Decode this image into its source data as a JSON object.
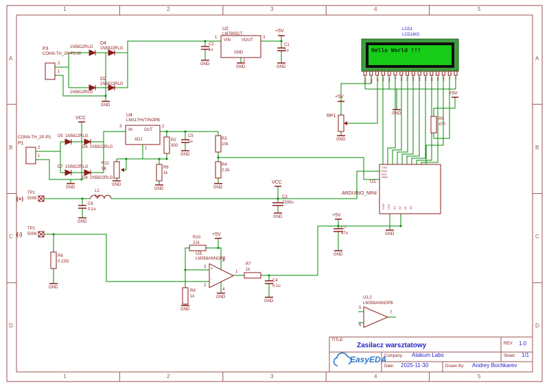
{
  "frame": {
    "columns": [
      "1",
      "2",
      "3",
      "4",
      "5"
    ],
    "rows": [
      "A",
      "B",
      "C",
      "D"
    ]
  },
  "nets": {
    "p5v": "+5V",
    "vcc": "VCC",
    "gnd": "GND"
  },
  "components": {
    "p3": {
      "ref": "P3",
      "value": "CONN-TH_2P-P5.00",
      "pin2": "2",
      "pin1": "1"
    },
    "d1": {
      "value": "1N5822RLG"
    },
    "d2": {
      "ref": "D2",
      "value": "1N5822RLG"
    },
    "d3": {
      "value": "1N5822RLG"
    },
    "d4": {
      "ref": "D4",
      "value": "1N5822RLG"
    },
    "u2": {
      "ref": "U2",
      "value": "LM7805CT",
      "vin": "VIN",
      "vout": "VOUT",
      "gnd": "GND",
      "n1": "1",
      "n2": "2",
      "n3": "3"
    },
    "c1": {
      "ref": "C1",
      "value": "1u"
    },
    "c2": {
      "ref": "C2",
      "value": "1u"
    },
    "lcd1": {
      "ref": "LCD1",
      "value": "LCD1602",
      "screen": "Hello World !!!",
      "pins": [
        "VSS",
        "VDD",
        "VO",
        "RS",
        "RW",
        "E",
        "D0",
        "D1",
        "D2",
        "D3",
        "D4",
        "D5",
        "D6",
        "D7",
        "A",
        "K"
      ]
    },
    "rp1": {
      "ref": "RP1"
    },
    "r5": {
      "ref": "R5",
      "value": "470"
    },
    "u4": {
      "ref": "U4",
      "value": "LM317HVT/NOPB",
      "in": "IN",
      "out": "OUT",
      "adj": "ADJ",
      "n1": "1",
      "n2": "2",
      "n3": "3"
    },
    "p1": {
      "ref": "P1",
      "value": "CONN-TH_2P-P5.",
      "pin2": "2",
      "pin1": "1"
    },
    "d5": {
      "ref": "D5",
      "value": "1N5822RLG"
    },
    "d6": {
      "ref": "D6",
      "value": "1N5822RLG"
    },
    "d7": {
      "ref": "D7",
      "value": "1N5822RLG"
    },
    "d8": {
      "ref": "D8",
      "value": "1N5822RLG"
    },
    "r2": {
      "ref": "R2",
      "value": "300"
    },
    "c5": {
      "ref": "C5",
      "value": "1u"
    },
    "r3": {
      "ref": "R3",
      "value": "10k"
    },
    "r4": {
      "ref": "R4",
      "value": "2.2k"
    },
    "r12": {
      "ref": "R12",
      "value": "5K"
    },
    "r6": {
      "ref": "R6",
      "value": "1k"
    },
    "l1": {
      "ref": "L1",
      "value": "1m"
    },
    "tp1": {
      "ref": "TP1",
      "value": "5008",
      "net": "(+)"
    },
    "tp2": {
      "ref": "TP2",
      "value": "5008",
      "net": "(-)"
    },
    "c6": {
      "ref": "C6",
      "value": "0.1u"
    },
    "r8": {
      "ref": "R8",
      "value": "0.22Ω"
    },
    "c3": {
      "ref": "C3",
      "value": "2200u"
    },
    "u1": {
      "ref": "U1",
      "value": "ARDUINO_MINI",
      "left_pins": "TXD\nRXD\nRST\nGND",
      "bottom_pins": [
        "GND",
        "VCC",
        "A3",
        "A2",
        "A1",
        "A0"
      ]
    },
    "c7": {
      "ref": "C7",
      "value": "47u"
    },
    "r10": {
      "ref": "R10",
      "value": "21k"
    },
    "u3": {
      "ref": "U3",
      "value": "LM358ANNOPB",
      "n1": "1",
      "n2": "2",
      "n3": "3",
      "n4": "4",
      "n8": "8",
      "plus": "+",
      "minus": "-"
    },
    "r9": {
      "ref": "R9",
      "value": "1k"
    },
    "r7": {
      "ref": "R7",
      "value": "1k"
    },
    "c4": {
      "ref": "C4",
      "value": "0.1u"
    },
    "u3_2": {
      "ref": "U3.2",
      "value": "LM358ANNOPB",
      "n5": "5",
      "n6": "6",
      "n7": "7"
    }
  },
  "title_block": {
    "title_label": "TITLE:",
    "title": "Zasilacz warsztatowy",
    "rev_label": "REV:",
    "rev": "1.0",
    "company_label": "Company:",
    "company": "Atakum Labs",
    "sheet_label": "Sheet:",
    "sheet": "1/1",
    "date_label": "Date:",
    "date": "2025-11-30",
    "drawn_label": "Drawn By:",
    "drawn": "Andrey Bochkarev",
    "logo": "EasyEDA"
  }
}
